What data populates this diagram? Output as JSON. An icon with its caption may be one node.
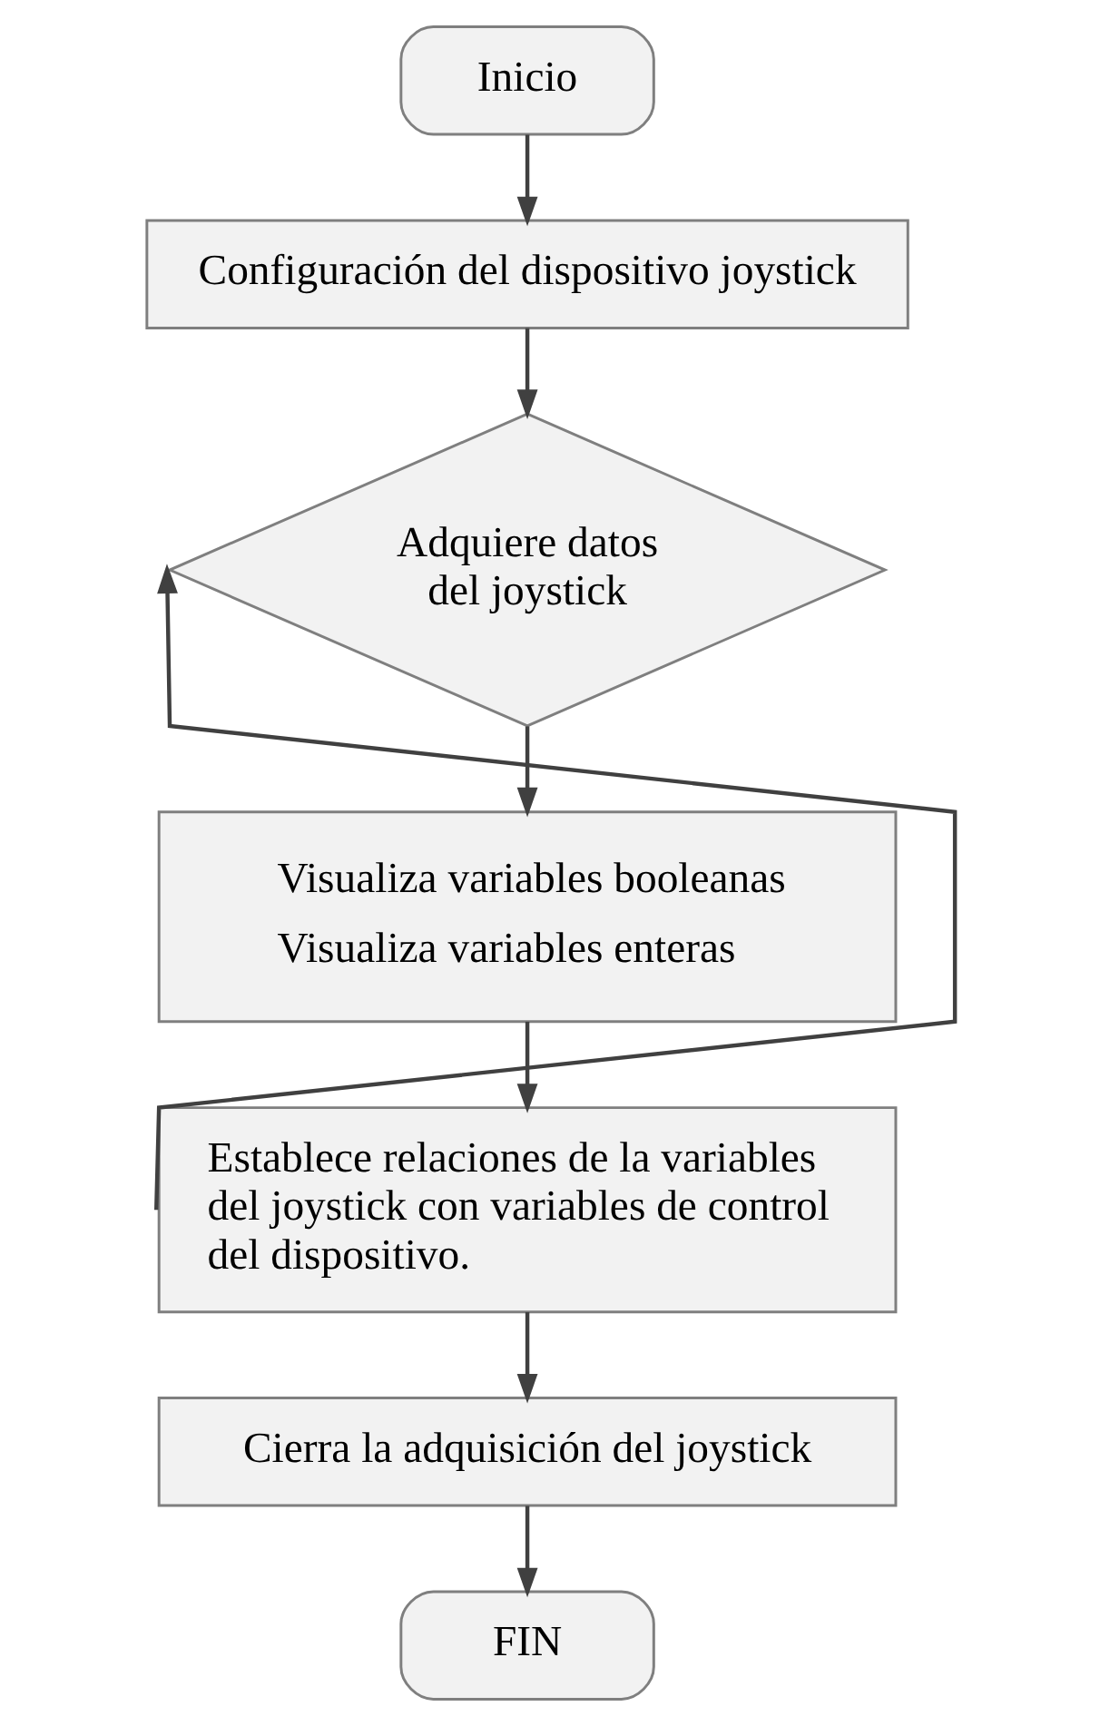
{
  "diagram": {
    "nodes": [
      {
        "text": [
          "Inicio"
        ]
      },
      {
        "text": [
          "Configuración del dispositivo joystick"
        ]
      },
      {
        "text": [
          "Adquiere datos del joystick"
        ]
      },
      {
        "text": [
          "Visualiza variables booleanas",
          "Visualiza variables enteras"
        ]
      },
      {
        "text": [
          "Establece relaciones de la variables del joystick con variables de control del dispositivo."
        ]
      },
      {
        "text": [
          "Cierra la adquisición del joystick"
        ]
      },
      {
        "text": [
          "FIN"
        ]
      }
    ],
    "edges": [
      {
        "from": 0,
        "to": 1,
        "arrow": "to"
      },
      {
        "from": 1,
        "to": 2,
        "arrow": "to"
      },
      {
        "from": 2,
        "to": 3,
        "arrow": "to"
      },
      {
        "from": 3,
        "to": 4,
        "arrow": "to"
      },
      {
        "from": 4,
        "to": 5,
        "arrow": "to"
      },
      {
        "from": 4,
        "to": 2,
        "arrow": "to"
      },
      {
        "from": 5,
        "to": 6,
        "arrow": "to"
      }
    ]
  }
}
